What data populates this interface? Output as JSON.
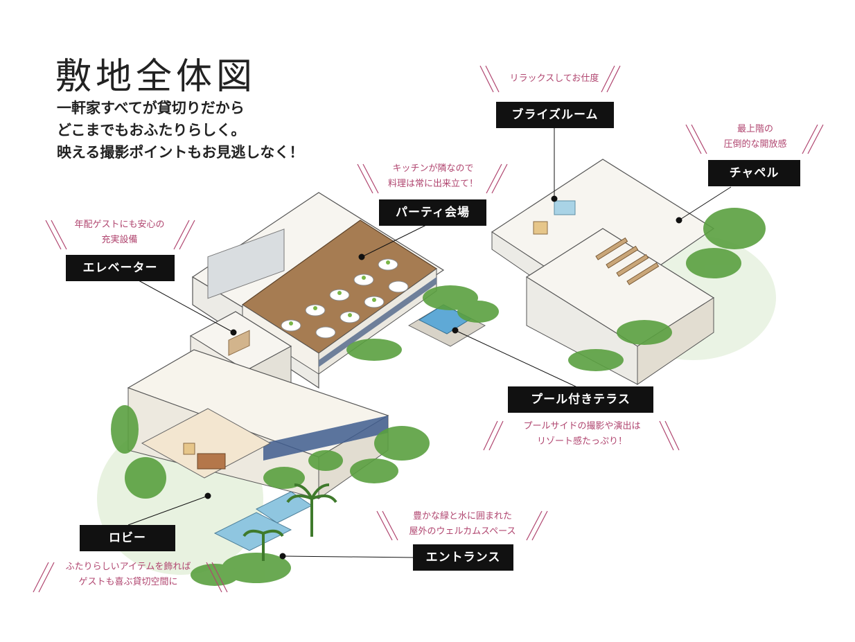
{
  "header": {
    "title": "敷地全体図",
    "subtitle_lines": [
      "一軒家すべてが貸切りだから",
      "どこまでもおふたりらしく。",
      "映える撮影ポイントもお見逃しなく！"
    ]
  },
  "areas": {
    "bridal_room": {
      "label": "ブライズルーム",
      "caption": [
        "リラックスしてお仕度"
      ]
    },
    "chapel": {
      "label": "チャペル",
      "caption": [
        "最上階の",
        "圧倒的な開放感"
      ]
    },
    "party_hall": {
      "label": "パーティ会場",
      "caption": [
        "キッチンが隣なので",
        "料理は常に出来立て！"
      ]
    },
    "elevator": {
      "label": "エレベーター",
      "caption": [
        "年配ゲストにも安心の",
        "充実設備"
      ]
    },
    "pool_terrace": {
      "label": "プール付きテラス",
      "caption": [
        "プールサイドの撮影や演出は",
        "リゾート感たっぷり！"
      ]
    },
    "lobby": {
      "label": "ロビー",
      "caption": [
        "ふたりらしいアイテムを飾れば",
        "ゲストも喜ぶ貸切空間に"
      ]
    },
    "entrance": {
      "label": "エントランス",
      "caption": [
        "豊かな緑と水に囲まれた",
        "屋外のウェルカムスペース"
      ]
    }
  },
  "colors": {
    "label_bg": "#111111",
    "caption_text": "#b0456f",
    "greenery": "#5aa040",
    "floor": "#a67c52"
  }
}
